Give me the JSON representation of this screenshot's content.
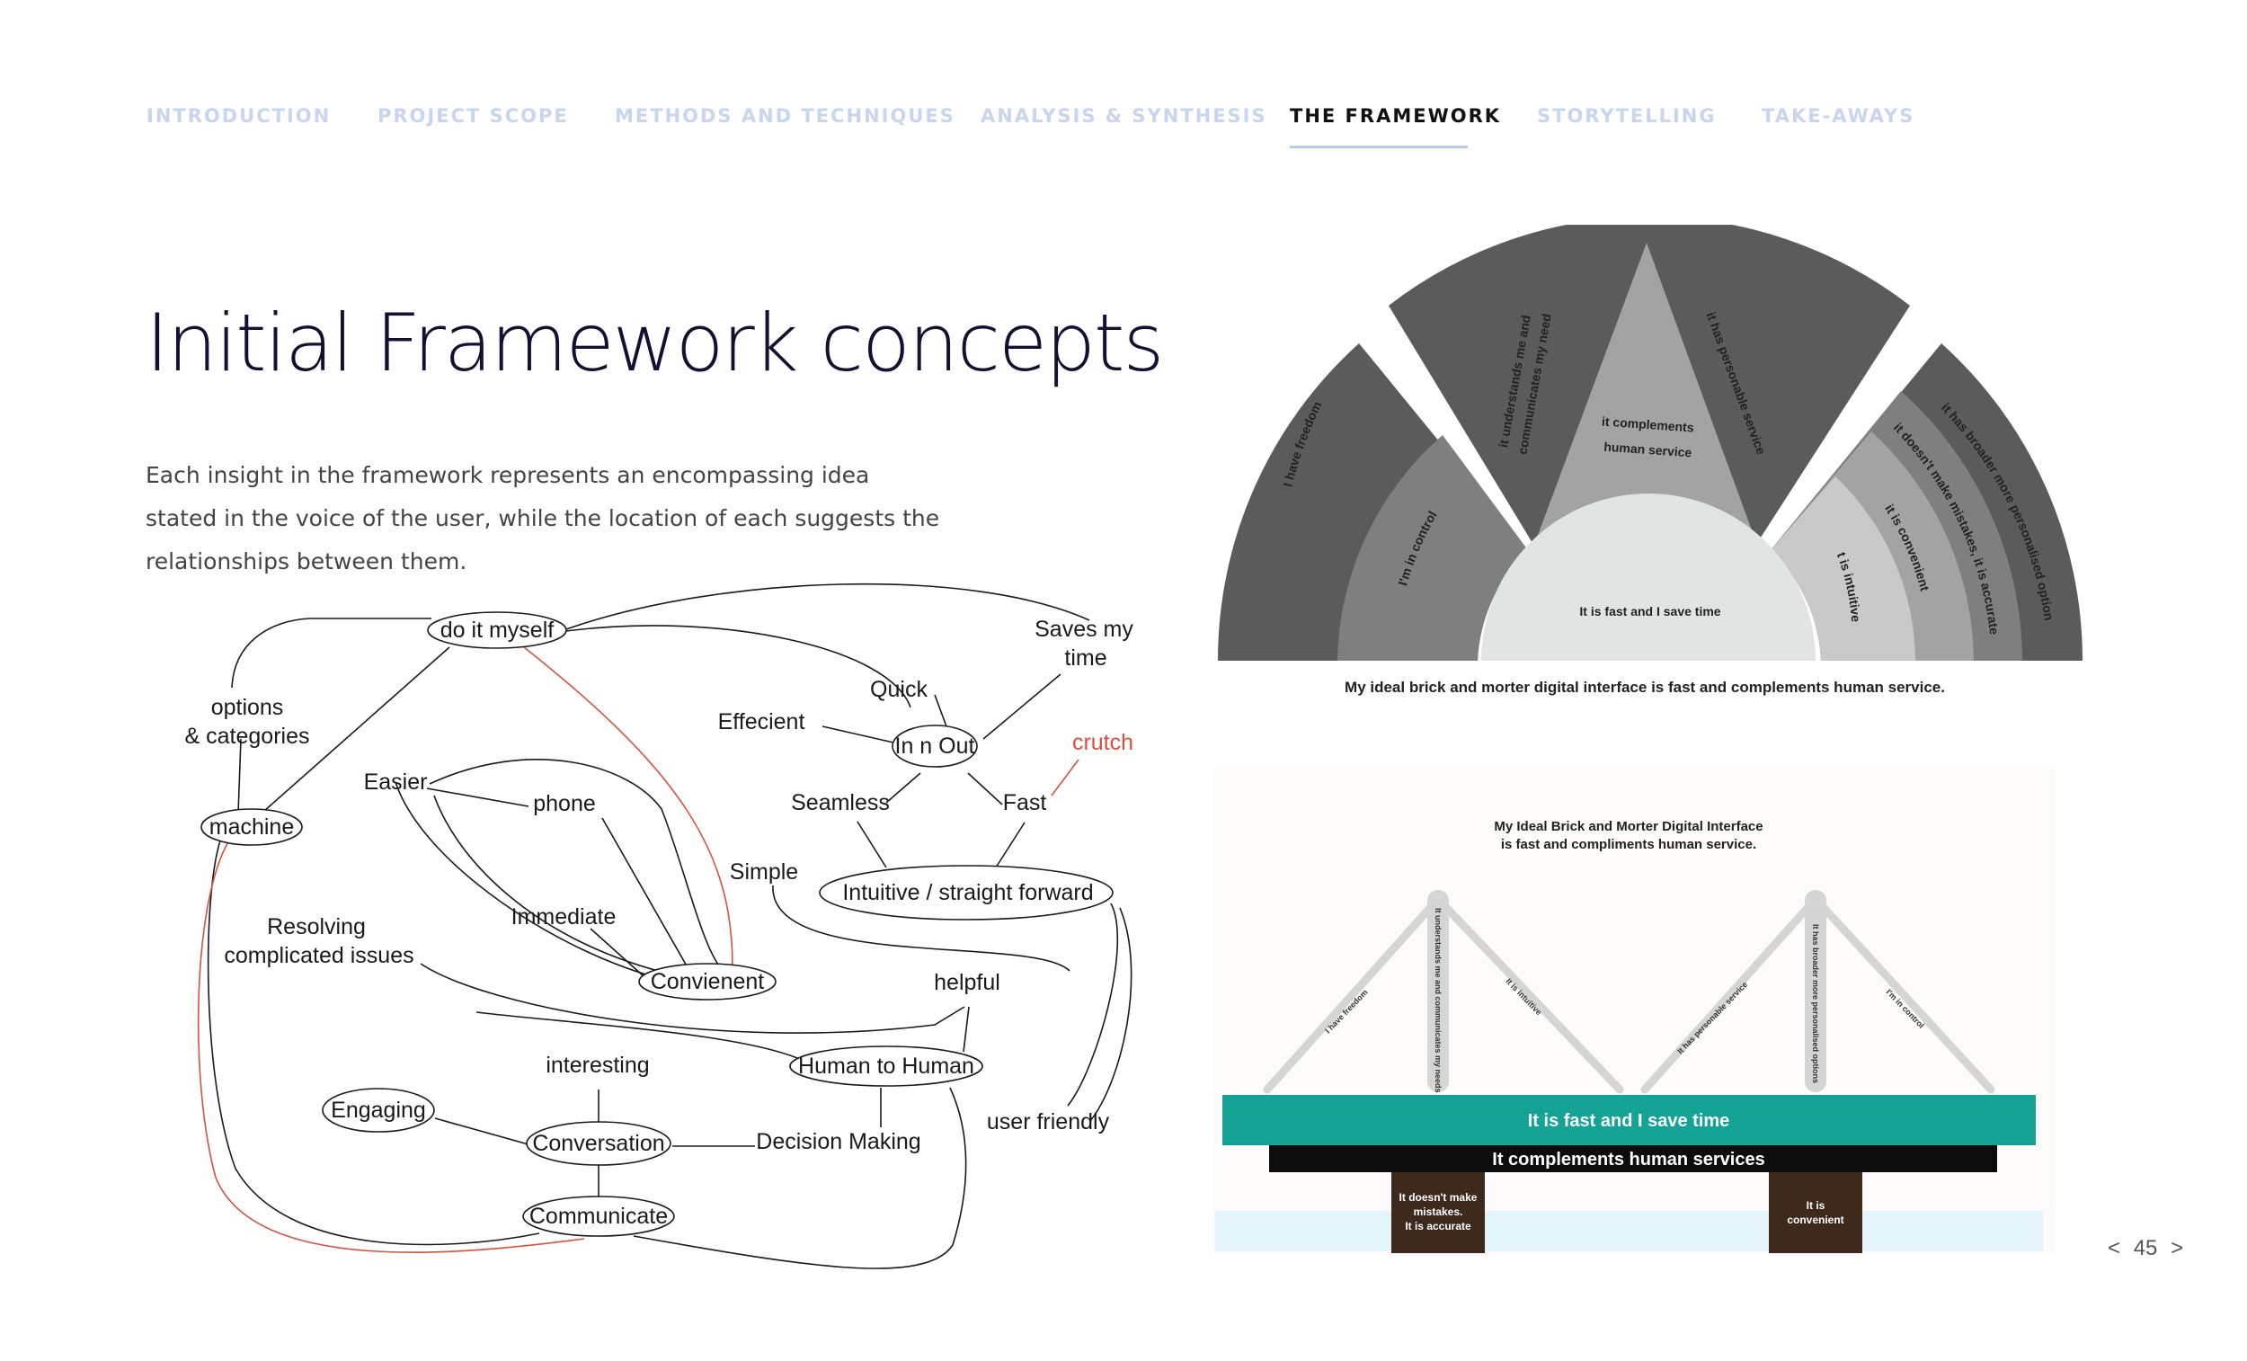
{
  "nav": {
    "items": [
      "INTRODUCTION",
      "PROJECT SCOPE",
      "METHODS AND TECHNIQUES",
      "ANALYSIS & SYNTHESIS",
      "THE FRAMEWORK",
      "STORYTELLING",
      "TAKE-AWAYS"
    ],
    "active_index": 4
  },
  "page": {
    "title": "Initial Framework concepts",
    "intro_lines": [
      "Each insight in the framework represents an encompassing idea",
      "stated in the voice of the user, while the location of each suggests the",
      "relationships between them."
    ]
  },
  "mindmap": {
    "nodes": {
      "do_it_myself": "do it myself",
      "saves_my_time_1": "Saves my",
      "saves_my_time_2": "time",
      "options_1": "options",
      "options_2": "& categories",
      "quick": "Quick",
      "effecient": "Effecient",
      "in_n_out": "In n Out",
      "crutch": "crutch",
      "easier": "Easier",
      "phone": "phone",
      "machine": "machine",
      "seamless": "Seamless",
      "fast": "Fast",
      "simple": "Simple",
      "intuitive": "Intuitive / straight forward",
      "resolving_1": "Resolving",
      "resolving_2": "complicated issues",
      "immediate": "Immediate",
      "convienent": "Convienent",
      "helpful": "helpful",
      "interesting": "interesting",
      "human_to_human": "Human to Human",
      "engaging": "Engaging",
      "conversation": "Conversation",
      "decision_making": "Decision Making",
      "user_friendly": "user friendly",
      "communicate": "Communicate"
    },
    "accent_color": "#d94f3d"
  },
  "fan": {
    "center_top": [
      "it complements",
      "human service"
    ],
    "center_bottom": "It is fast and I save time",
    "left_outer": "I have freedom",
    "left_inner": "I'm in control",
    "mid_left": [
      "it understands me and",
      "communicates my need"
    ],
    "mid_right": "it has personable service",
    "right_1": "it is intuitive",
    "right_2": "it is convenient",
    "right_3": "it doesn't make mistakes, it is accurate",
    "right_4": "it has broader more personalised options",
    "caption": "My ideal brick and morter digital interface is fast and complements human service.",
    "colors": {
      "dark": "#5b5b5b",
      "mid": "#7f7f7f",
      "light": "#a3a3a3",
      "pale": "#e2e3e3"
    }
  },
  "bridge": {
    "title_1": "My Ideal Brick and Morter Digital Interface",
    "title_2": "is fast and compliments human service.",
    "pylon_1_label": "It understands me and communicates my needs",
    "pylon_2_label": "It has broader more personalised options",
    "cable_labels": [
      "I have freedom",
      "It is intuitive",
      "It has personable service",
      "I'm in control"
    ],
    "deck_top": "It is fast and I save time",
    "deck_bottom": "It complements human services",
    "pillar_1": [
      "It doesn't make",
      "mistakes.",
      "It is accurate"
    ],
    "pillar_2": [
      "It is",
      "convenient"
    ],
    "colors": {
      "deck": "#14a394",
      "beam": "#0d0d0d",
      "pillar": "#3e2a1d",
      "water": "#e3f4fb"
    }
  },
  "pagination": {
    "prev": "<",
    "number": "45",
    "next": ">"
  }
}
